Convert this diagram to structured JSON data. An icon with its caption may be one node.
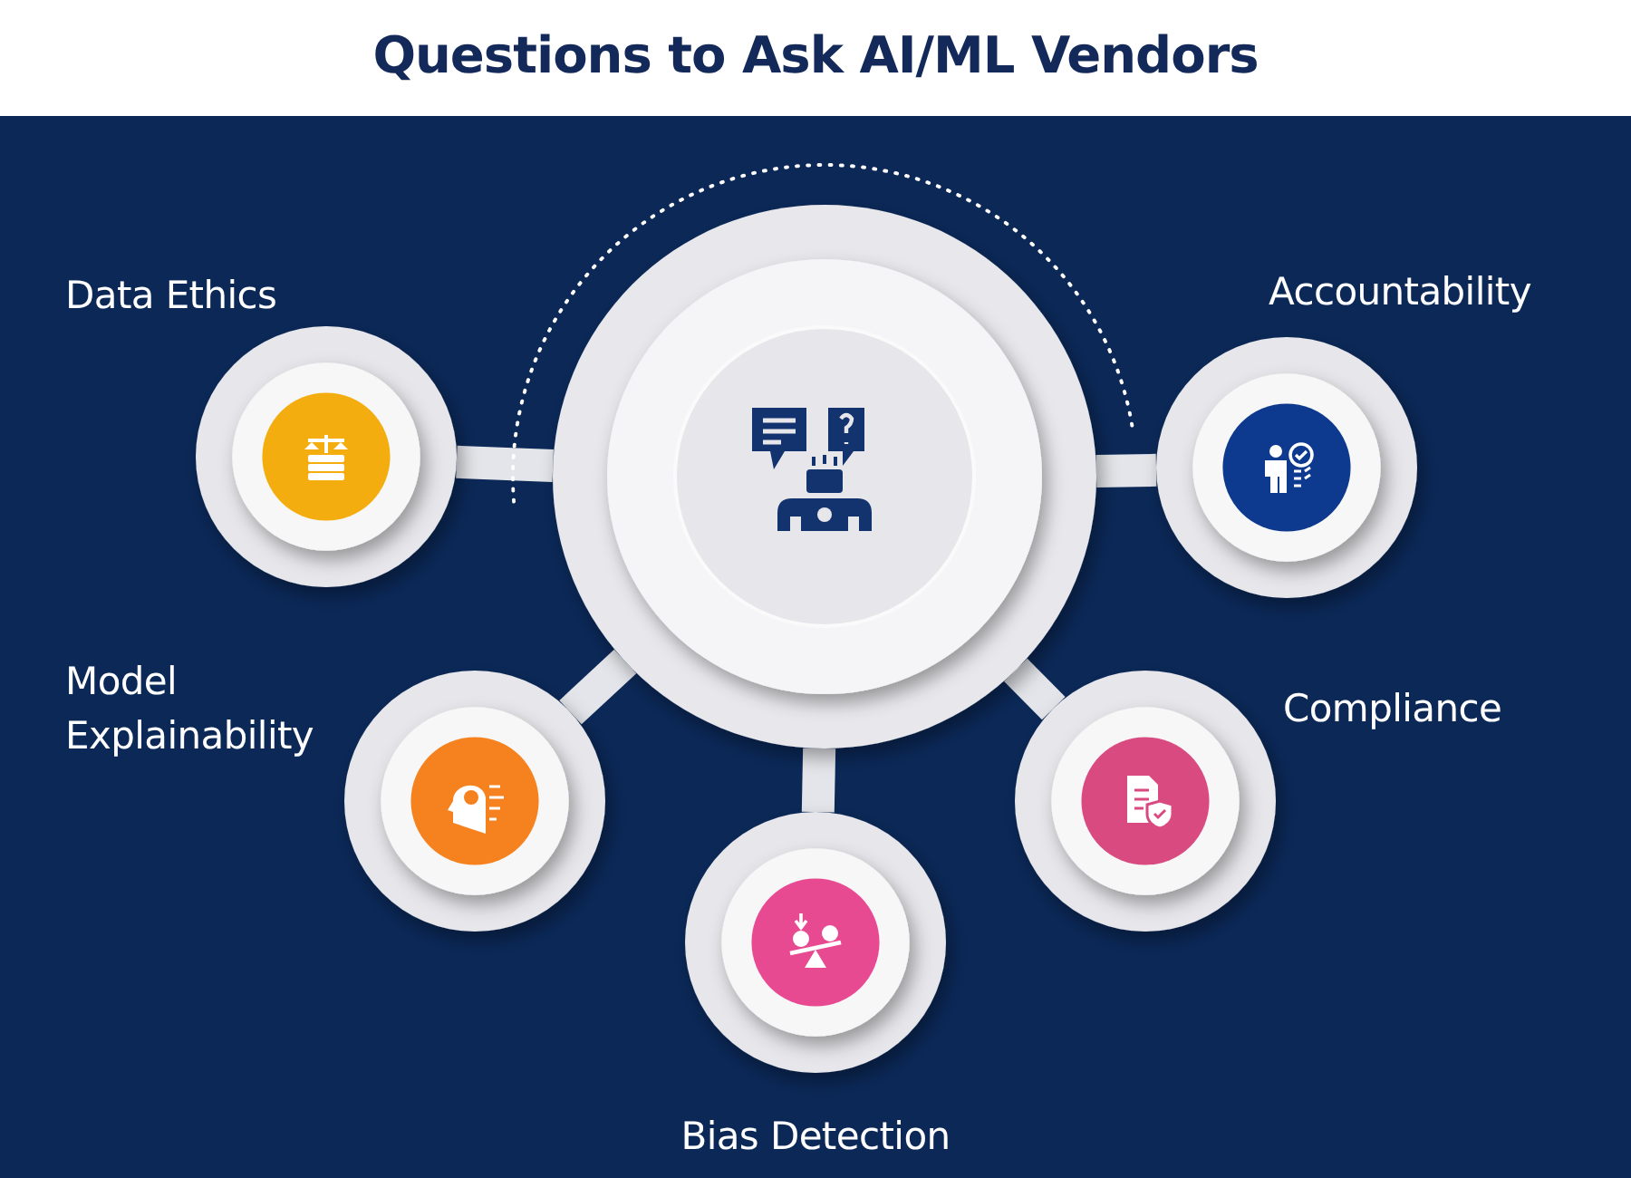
{
  "diagram": {
    "title": "Questions to Ask AI/ML Vendors",
    "nodes": [
      {
        "text": [],
        "shape": "circle"
      },
      {
        "text": [
          "Data Ethics"
        ]
      },
      {
        "text": [
          "Accountability"
        ]
      },
      {
        "text": [
          "Model Explainability"
        ]
      },
      {
        "text": [
          "Bias Detection"
        ]
      },
      {
        "text": [
          "Compliance"
        ]
      }
    ],
    "edges": [
      {
        "from": 0,
        "to": 1,
        "arrow": "none"
      },
      {
        "from": 0,
        "to": 2,
        "arrow": "none"
      },
      {
        "from": 0,
        "to": 3,
        "arrow": "none"
      },
      {
        "from": 0,
        "to": 4,
        "arrow": "none"
      },
      {
        "from": 0,
        "to": 5,
        "arrow": "none"
      }
    ]
  }
}
